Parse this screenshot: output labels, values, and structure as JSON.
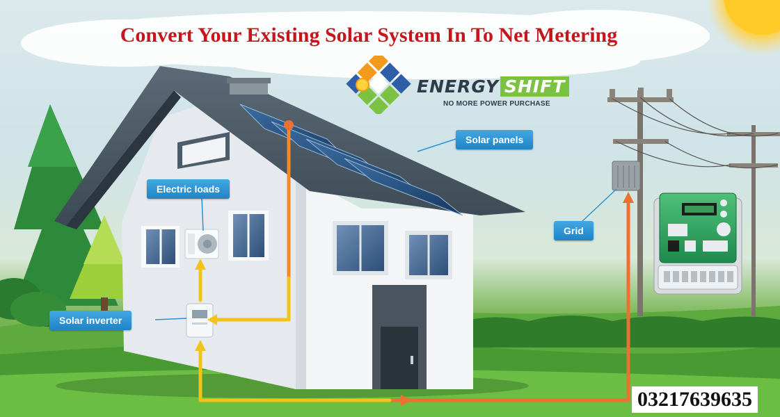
{
  "headline": "Convert Your Existing Solar System In To Net Metering",
  "brand": {
    "word_energy": "ENERGY",
    "word_shift": "SHIFT",
    "tagline": "NO MORE POWER PURCHASE",
    "logo_icon": "solar-panel-sun-logo-icon"
  },
  "callouts": {
    "solar_panels": "Solar panels",
    "electric_loads": "Electric loads",
    "grid": "Grid",
    "solar_inverter": "Solar inverter"
  },
  "phone": "03217639635",
  "colors": {
    "headline": "#c4161c",
    "callout": "#2a92d2",
    "brand_green": "#7cc242",
    "solar_flow": "#f2c318",
    "grid_flow": "#ea7132"
  }
}
